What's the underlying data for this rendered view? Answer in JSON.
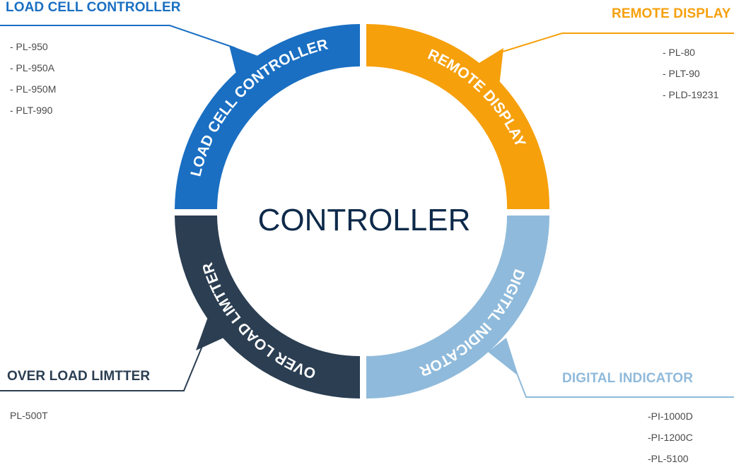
{
  "center_label": "CONTROLLER",
  "sections": {
    "load_cell": {
      "title": "LOAD CELL CONTROLLER",
      "ring_label": "LOAD CELL CONTROLLER",
      "color": "#1a6fc2",
      "items": [
        "- PL-950",
        "- PL-950A",
        "- PL-950M",
        "- PLT-990"
      ]
    },
    "remote": {
      "title": "REMOTE DISPLAY",
      "ring_label": "REMOTE DISPLAY",
      "color": "#f6a00c",
      "items": [
        "- PL-80",
        "- PLT-90",
        "- PLD-19231"
      ]
    },
    "digital": {
      "title": "DIGITAL INDICATOR",
      "ring_label": "DIGITAL INDICATOR",
      "color": "#8fbadb",
      "items": [
        "-PI-1000D",
        "-PI-1200C",
        "-PL-5100"
      ]
    },
    "overload": {
      "title": "OVER LOAD LIMTTER",
      "ring_label": "OVER LOAD LIMTTER",
      "color": "#2b3e52",
      "items": [
        "PL-500T"
      ]
    }
  },
  "text_color": "#0e2a4a"
}
